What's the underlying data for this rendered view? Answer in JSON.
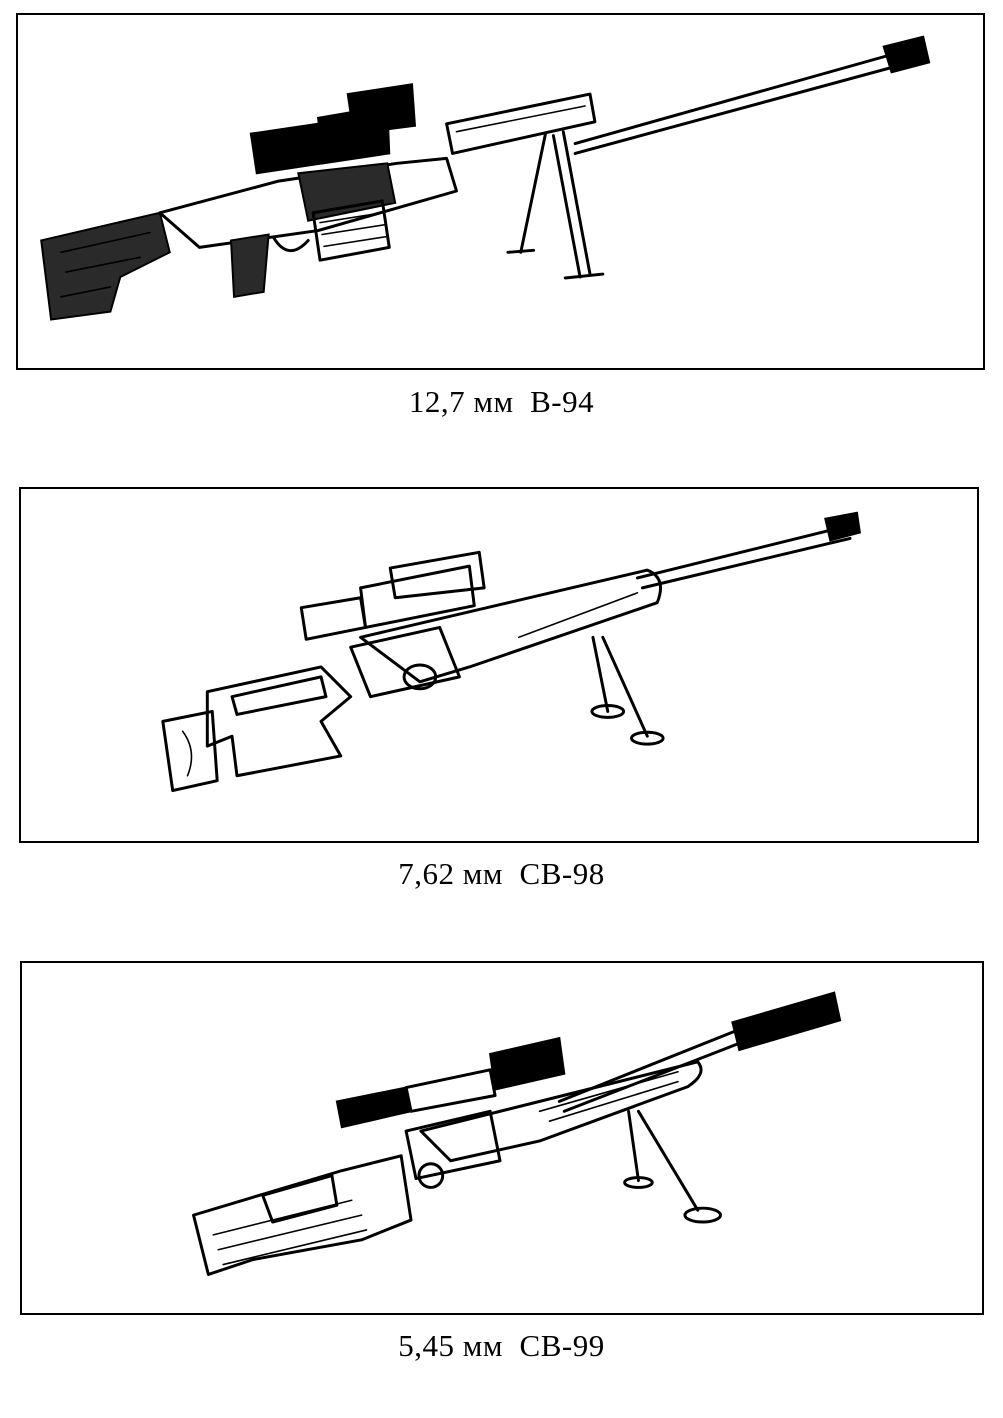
{
  "figures": [
    {
      "caption": "12,7 мм  В-94"
    },
    {
      "caption": "7,62 мм  СВ-98"
    },
    {
      "caption": "5,45 мм  СВ-99"
    }
  ]
}
